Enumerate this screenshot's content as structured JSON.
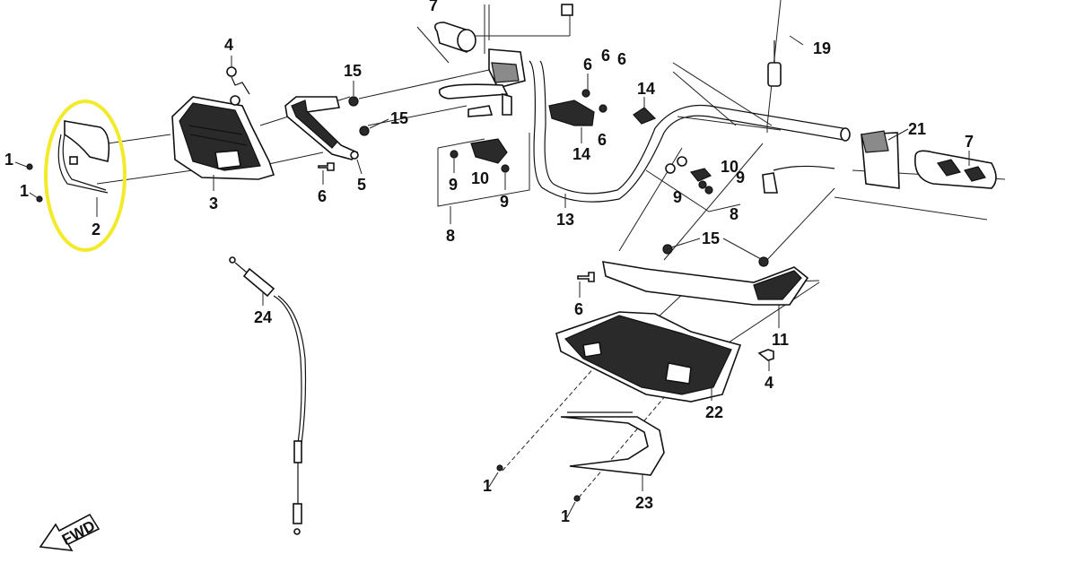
{
  "diagram": {
    "callouts": {
      "p1a": "1",
      "p1b": "1",
      "p1c": "1",
      "p1d": "1",
      "p2": "2",
      "p3": "3",
      "p4a": "4",
      "p4b": "4",
      "p5": "5",
      "p6a": "6",
      "p6b": "6",
      "p6c": "6",
      "p6d": "6",
      "p6e": "6",
      "p6f": "6",
      "p7a": "7",
      "p7b": "7",
      "p8a": "8",
      "p8b": "8",
      "p9a": "9",
      "p9b": "9",
      "p9c": "9",
      "p9d": "9",
      "p10a": "10",
      "p10b": "10",
      "p11": "11",
      "p13": "13",
      "p14a": "14",
      "p14b": "14",
      "p15a": "15",
      "p15b": "15",
      "p15c": "15",
      "p19": "19",
      "p21": "21",
      "p22": "22",
      "p23": "23",
      "p24": "24"
    },
    "fwd_label": "FWD",
    "highlight_color": "#f2ea2a"
  }
}
